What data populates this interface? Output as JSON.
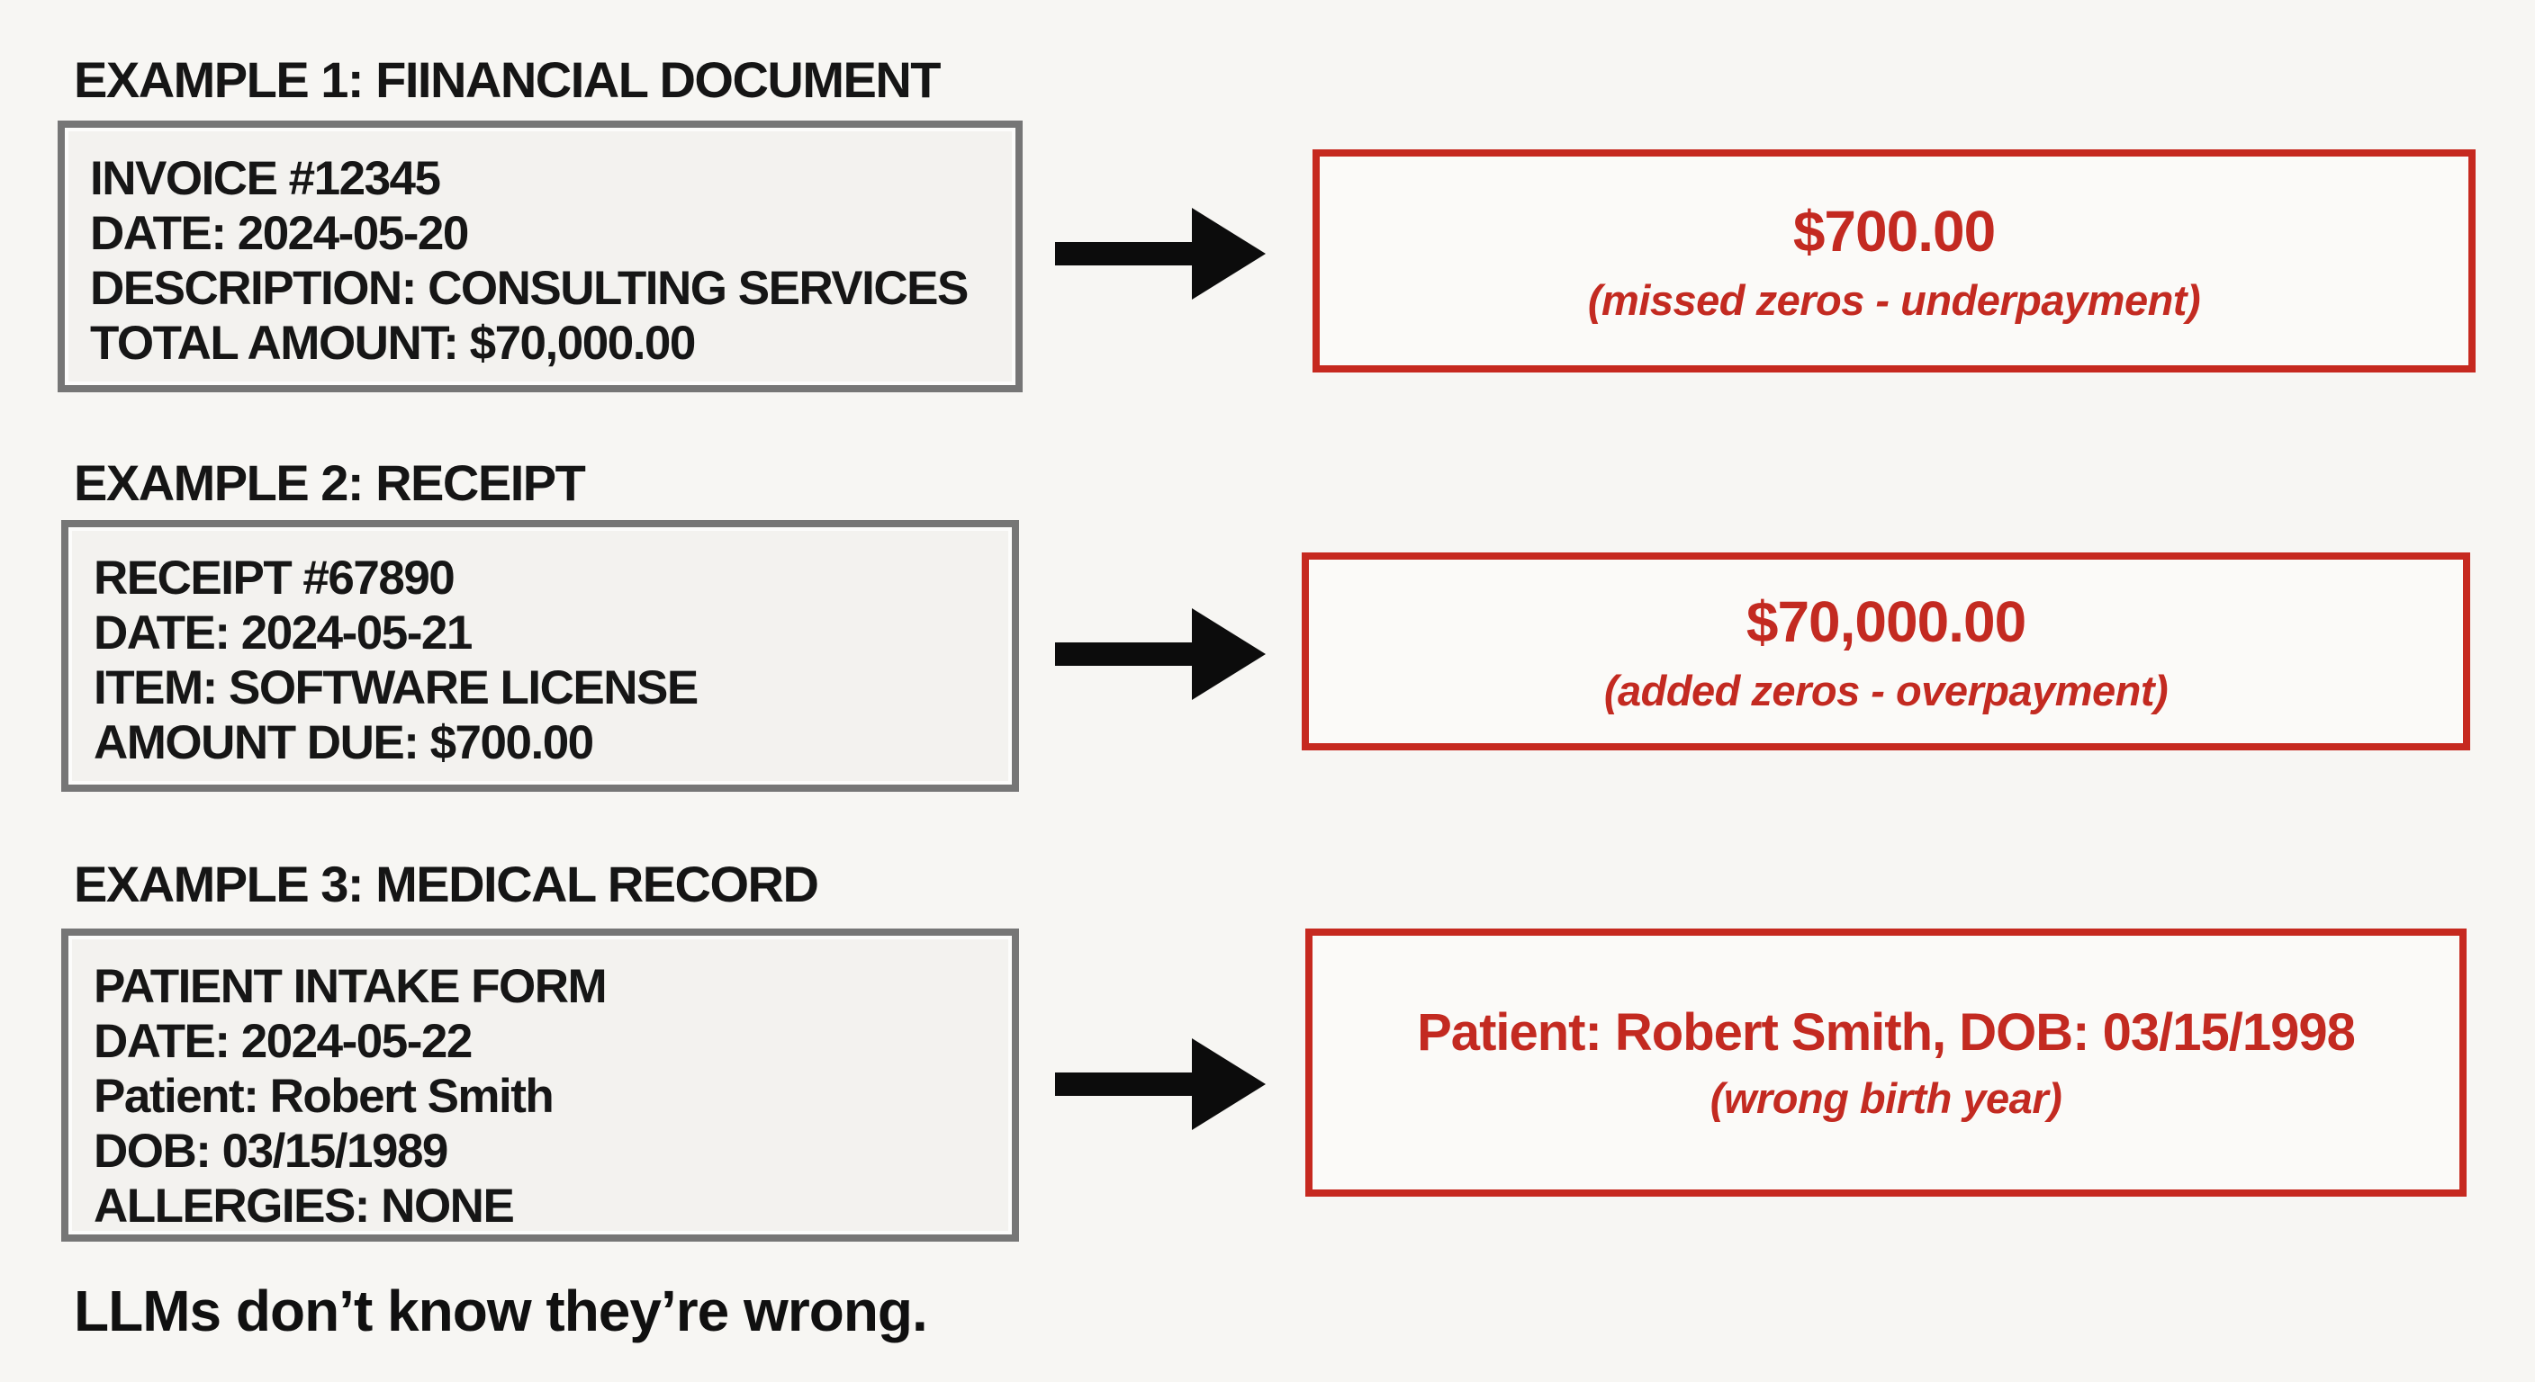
{
  "page": {
    "footer": "LLMs don’t know they’re wrong."
  },
  "colors": {
    "background": "#f7f6f3",
    "error_red": "#c6291f",
    "doc_border_gray": "#767676",
    "doc_fill": "#f3f2ef",
    "arrow_black": "#0c0c0c",
    "text_black": "#161616"
  },
  "examples": [
    {
      "title": "EXAMPLE 1: FIINANCIAL DOCUMENT",
      "document_lines": [
        "INVOICE #12345",
        "DATE: 2024-05-20",
        "DESCRIPTION: CONSULTING SERVICES",
        "TOTAL AMOUNT: $70,000.00"
      ],
      "error_main": "$700.00",
      "error_note": "(missed zeros - underpayment)"
    },
    {
      "title": "EXAMPLE 2: RECEIPT",
      "document_lines": [
        "RECEIPT #67890",
        "DATE: 2024-05-21",
        "ITEM: SOFTWARE LICENSE",
        "AMOUNT DUE: $700.00"
      ],
      "error_main": "$70,000.00",
      "error_note": "(added zeros - overpayment)"
    },
    {
      "title": "EXAMPLE 3: MEDICAL RECORD",
      "document_lines": [
        "PATIENT INTAKE FORM",
        "DATE: 2024-05-22",
        "Patient: Robert Smith",
        "DOB: 03/15/1989",
        "ALLERGIES: NONE"
      ],
      "error_main": "Patient: Robert Smith, DOB: 03/15/1998",
      "error_note": "(wrong birth year)"
    }
  ]
}
